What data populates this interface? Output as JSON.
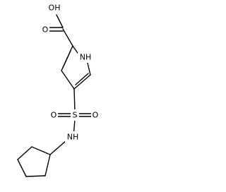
{
  "molecule": {
    "atoms": {
      "carboxyl_oh": "OH",
      "carbonyl_o": "O",
      "ring_nh": "NH",
      "sulfur": "S",
      "sulfonyl_o_left": "O",
      "sulfonyl_o_right": "O",
      "sulfonamide_nh": "NH"
    }
  }
}
